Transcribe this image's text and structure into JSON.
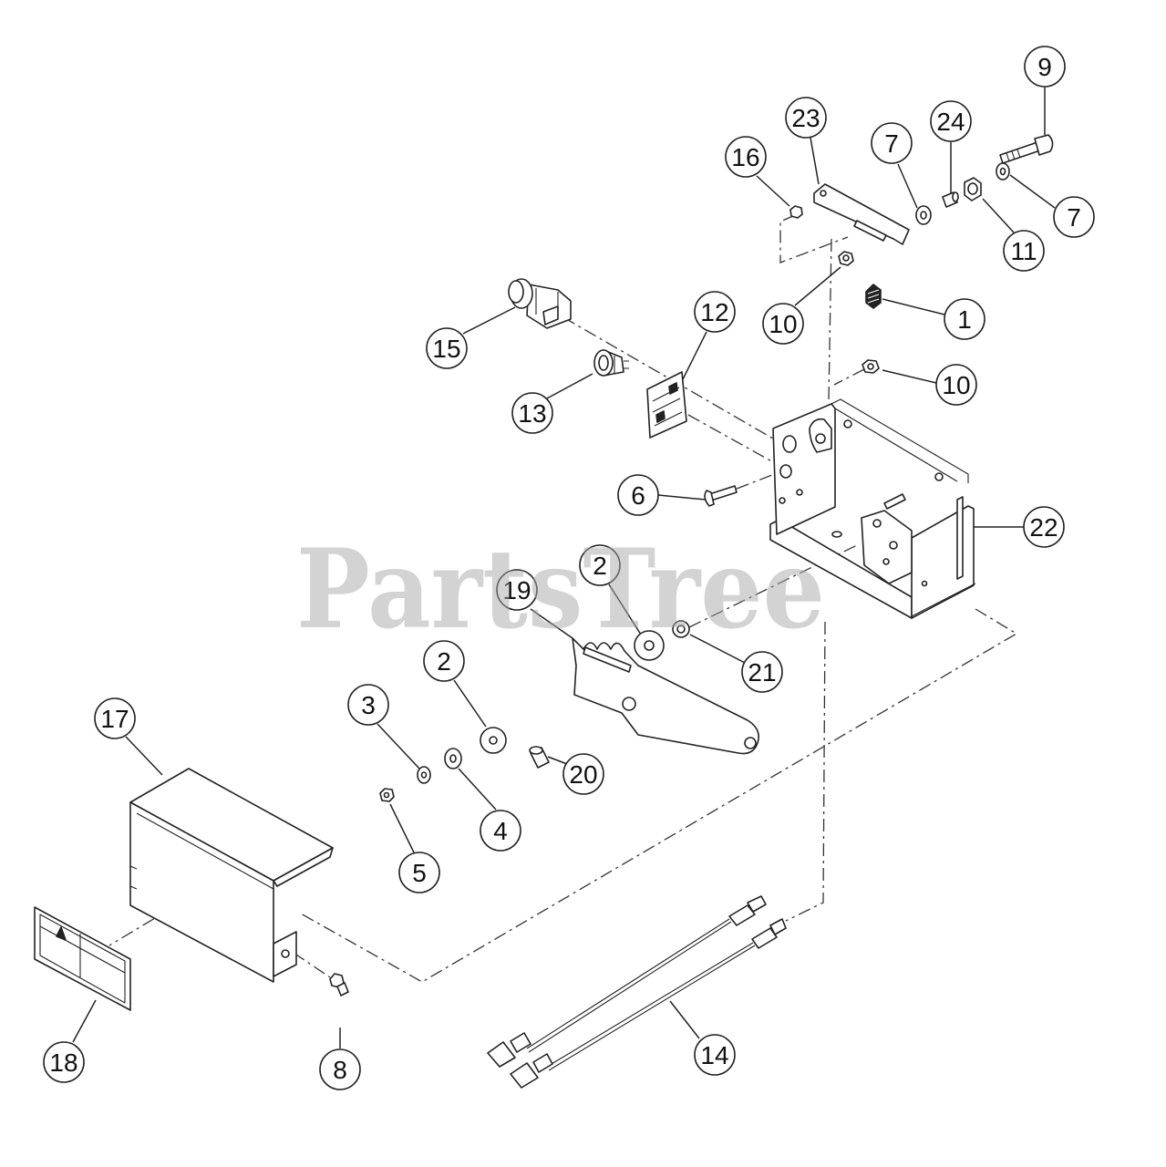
{
  "watermark": "PartsTree",
  "callouts": [
    "9",
    "23",
    "24",
    "16",
    "7",
    "7",
    "11",
    "12",
    "1",
    "10",
    "15",
    "10",
    "13",
    "6",
    "22",
    "2",
    "19",
    "2",
    "21",
    "3",
    "17",
    "20",
    "4",
    "5",
    "14",
    "18",
    "8"
  ],
  "colors": {
    "line": "#222222",
    "watermark": "#a8a8a8",
    "background": "#ffffff"
  }
}
